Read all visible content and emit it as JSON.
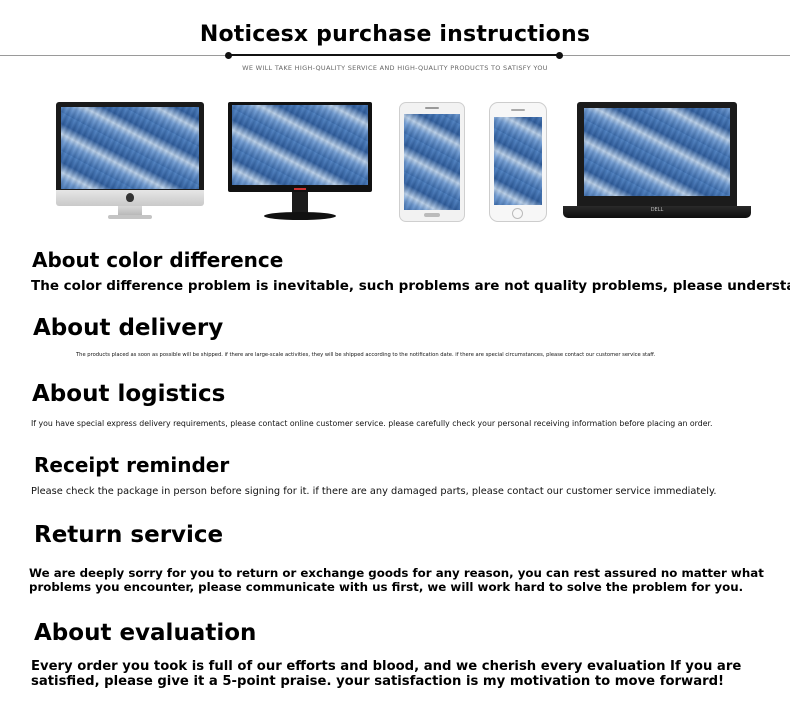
{
  "header": {
    "title": "Noticesx purchase instructions",
    "subtitle": "WE WILL TAKE HIGH-QUALITY SERVICE AND HIGH-QUALITY PRODUCTS TO SATISFY YOU"
  },
  "devices": [
    {
      "name": "imac-monitor"
    },
    {
      "name": "desktop-monitor"
    },
    {
      "name": "android-phone"
    },
    {
      "name": "iphone"
    },
    {
      "name": "laptop",
      "brand": "DELL"
    }
  ],
  "sections": {
    "color": {
      "title": "About color difference",
      "text": "The color difference problem is inevitable, such problems are not quality problems, please understand."
    },
    "delivery": {
      "title": "About delivery",
      "text": "The products placed as soon as possible will be shipped. if there are large-scale activities, they will be shipped according to the notification date. if there are special circumstances, please contact our customer service staff."
    },
    "logistics": {
      "title": "About logistics",
      "text": "If you have special express delivery requirements, please contact online customer service. please carefully check your personal receiving information before placing an order."
    },
    "receipt": {
      "title": "Receipt reminder",
      "text": "Please check the package in person before signing for it. if there are any damaged parts, please contact our customer service immediately."
    },
    "return": {
      "title": "Return service",
      "text_line1": "We are deeply sorry for you to return or exchange goods for any reason, you can rest assured no matter what",
      "text_line2": "problems you encounter, please communicate with us first, we will work hard to solve the problem for you."
    },
    "evaluation": {
      "title": "About evaluation",
      "text_line1": "Every order you took is full of our efforts and blood, and we cherish every evaluation If you are",
      "text_line2": "satisfied, please give it a 5-point praise. your satisfaction is my motivation to move forward!"
    }
  }
}
